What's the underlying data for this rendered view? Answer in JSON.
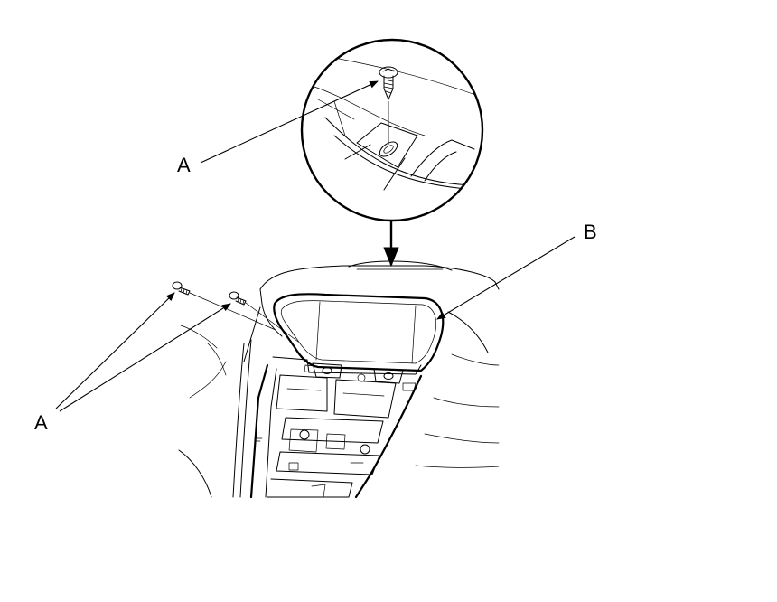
{
  "diagram": {
    "callouts": {
      "a_top": "A",
      "a_left": "A",
      "b": "B"
    },
    "parts": {
      "screw_icon": "screw-icon",
      "panel": "meter-visor-panel"
    }
  }
}
